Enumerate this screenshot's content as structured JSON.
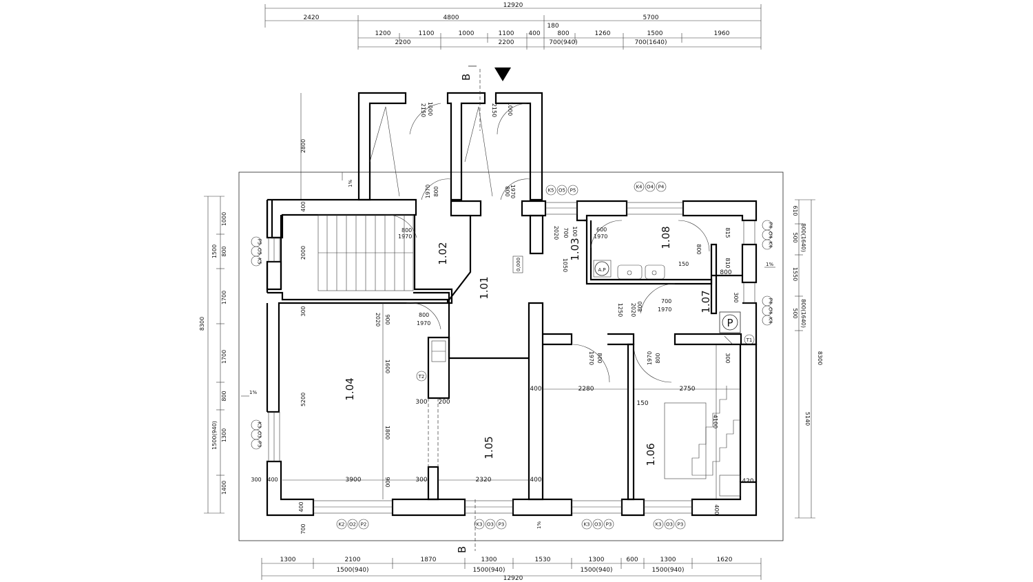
{
  "dims": {
    "top_overall": "12920",
    "top_row1": [
      "2420",
      "4800",
      "5700"
    ],
    "top_row2": [
      "1200",
      "1100",
      "1000",
      "1100",
      "400",
      "800",
      "1260",
      "1500",
      "1960"
    ],
    "top_mid": "180",
    "top_row3": [
      "2200",
      "2200",
      "700(940)",
      "700(1640)"
    ],
    "bottom_row1": [
      "1300",
      "2100",
      "1870",
      "1300",
      "1530",
      "1300",
      "600",
      "1300",
      "1620"
    ],
    "bottom_row2": [
      "1500(940)",
      "1500(940)",
      "1500(940)",
      "1500(940)"
    ],
    "bottom_overall": "12920",
    "left_outer": [
      "1000",
      "800",
      "1500",
      "1700",
      "1700",
      "800",
      "1300",
      "1400"
    ],
    "left_outer_total": "8300",
    "left_outer_mid": "1500(940)",
    "left_inner": [
      "2800",
      "400",
      "2000",
      "300",
      "5200",
      "300",
      "400",
      "700"
    ],
    "right_outer": [
      "610",
      "500",
      "800(1640)",
      "1550",
      "500",
      "800(1640)",
      "5140"
    ],
    "right_outer_total": "8300"
  },
  "rooms": [
    {
      "id": "1.01"
    },
    {
      "id": "1.02"
    },
    {
      "id": "1.03"
    },
    {
      "id": "1.04"
    },
    {
      "id": "1.05"
    },
    {
      "id": "1.06"
    },
    {
      "id": "1.07"
    },
    {
      "id": "1.08"
    }
  ],
  "labels": {
    "level": "0,000",
    "section": "B",
    "boiler": "P",
    "ap": "A.P",
    "slope": "1%",
    "t1": "T1",
    "t2": "T2"
  },
  "window_tags": {
    "w_left_top": [
      "P5",
      "O5",
      "K5"
    ],
    "w_left_mid": [
      "K3",
      "O3",
      "P3"
    ],
    "w_top_mid": [
      "K5",
      "O5",
      "P5"
    ],
    "w_top_right": [
      "K4",
      "O4",
      "P4"
    ],
    "w_right_top": [
      "P4",
      "O4",
      "K4"
    ],
    "w_right_mid": [
      "P4",
      "O4",
      "K4"
    ],
    "w_bot_1": [
      "K2",
      "O2",
      "P2"
    ],
    "w_bot_2": [
      "K3",
      "O3",
      "P3"
    ],
    "w_bot_3": [
      "K3",
      "O3",
      "P3"
    ],
    "w_bot_4": [
      "K3",
      "O3",
      "P3"
    ]
  },
  "inner_dims": {
    "d3900": "3900",
    "d900": "900",
    "d300a": "300",
    "d2320": "2320",
    "d400a": "400",
    "d400b": "400",
    "d1600": "1600",
    "d1800": "1800",
    "d300b": "300",
    "d200": "200",
    "d2280": "2280",
    "d2750": "2750",
    "d150": "150",
    "d4100": "4100",
    "d420": "420",
    "d400c": "400",
    "d400d": "400",
    "d300c": "300",
    "d2020": "2020",
    "d700": "700",
    "d100": "100",
    "d1050": "1050",
    "d815": "815",
    "d810": "810",
    "d800": "800",
    "d300d": "300",
    "d1250": "1250",
    "d1970": "1970",
    "d2150": "2150",
    "d1000": "1000",
    "d600": "600"
  }
}
